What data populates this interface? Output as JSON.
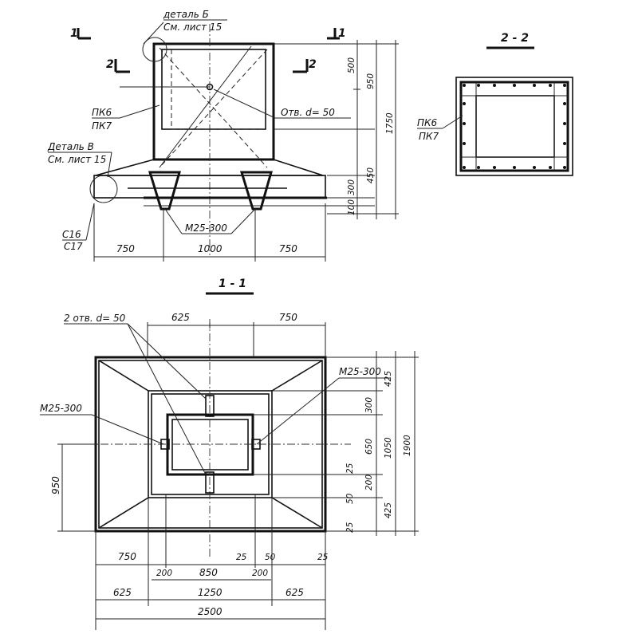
{
  "detail_b": {
    "name": "деталь Б",
    "ref": "См. лист 15"
  },
  "detail_v": {
    "name": "Деталь В",
    "ref": "См. лист 15"
  },
  "cut_markers": {
    "one_left": "1",
    "one_right": "1",
    "two_left": "2",
    "two_right": "2"
  },
  "elevation": {
    "label_pk_top": "ПК6",
    "label_pk_bottom": "ПК7",
    "hole_label": "Отв. d= 50",
    "anchor_label": "М25-300",
    "c_top": "С16",
    "c_bottom": "С17",
    "dims_bottom": [
      "750",
      "1000",
      "750"
    ],
    "dims_right": [
      "500",
      "950",
      "1750",
      "450",
      "300",
      "100"
    ]
  },
  "section_2_2": {
    "title": "2 - 2",
    "label_pk_top": "ПК6",
    "label_pk_bottom": "ПК7"
  },
  "section_1_1": {
    "title": "1 - 1",
    "holes_label": "2 отв. d= 50",
    "anchor_left": "М25-300",
    "anchor_right": "М25-300",
    "dims_top": [
      "625",
      "750"
    ],
    "dim_left": "950",
    "dims_right_inner": [
      "425",
      "300",
      "650",
      "25",
      "200",
      "50",
      "425",
      "25"
    ],
    "dims_right_outer": [
      "1050",
      "1900"
    ],
    "dims_bottom_row1": [
      "750",
      "25",
      "50",
      "25"
    ],
    "dims_bottom_row2": [
      "200",
      "850",
      "200"
    ],
    "dims_bottom_row3": [
      "625",
      "1250",
      "625"
    ],
    "dim_total": "2500"
  }
}
